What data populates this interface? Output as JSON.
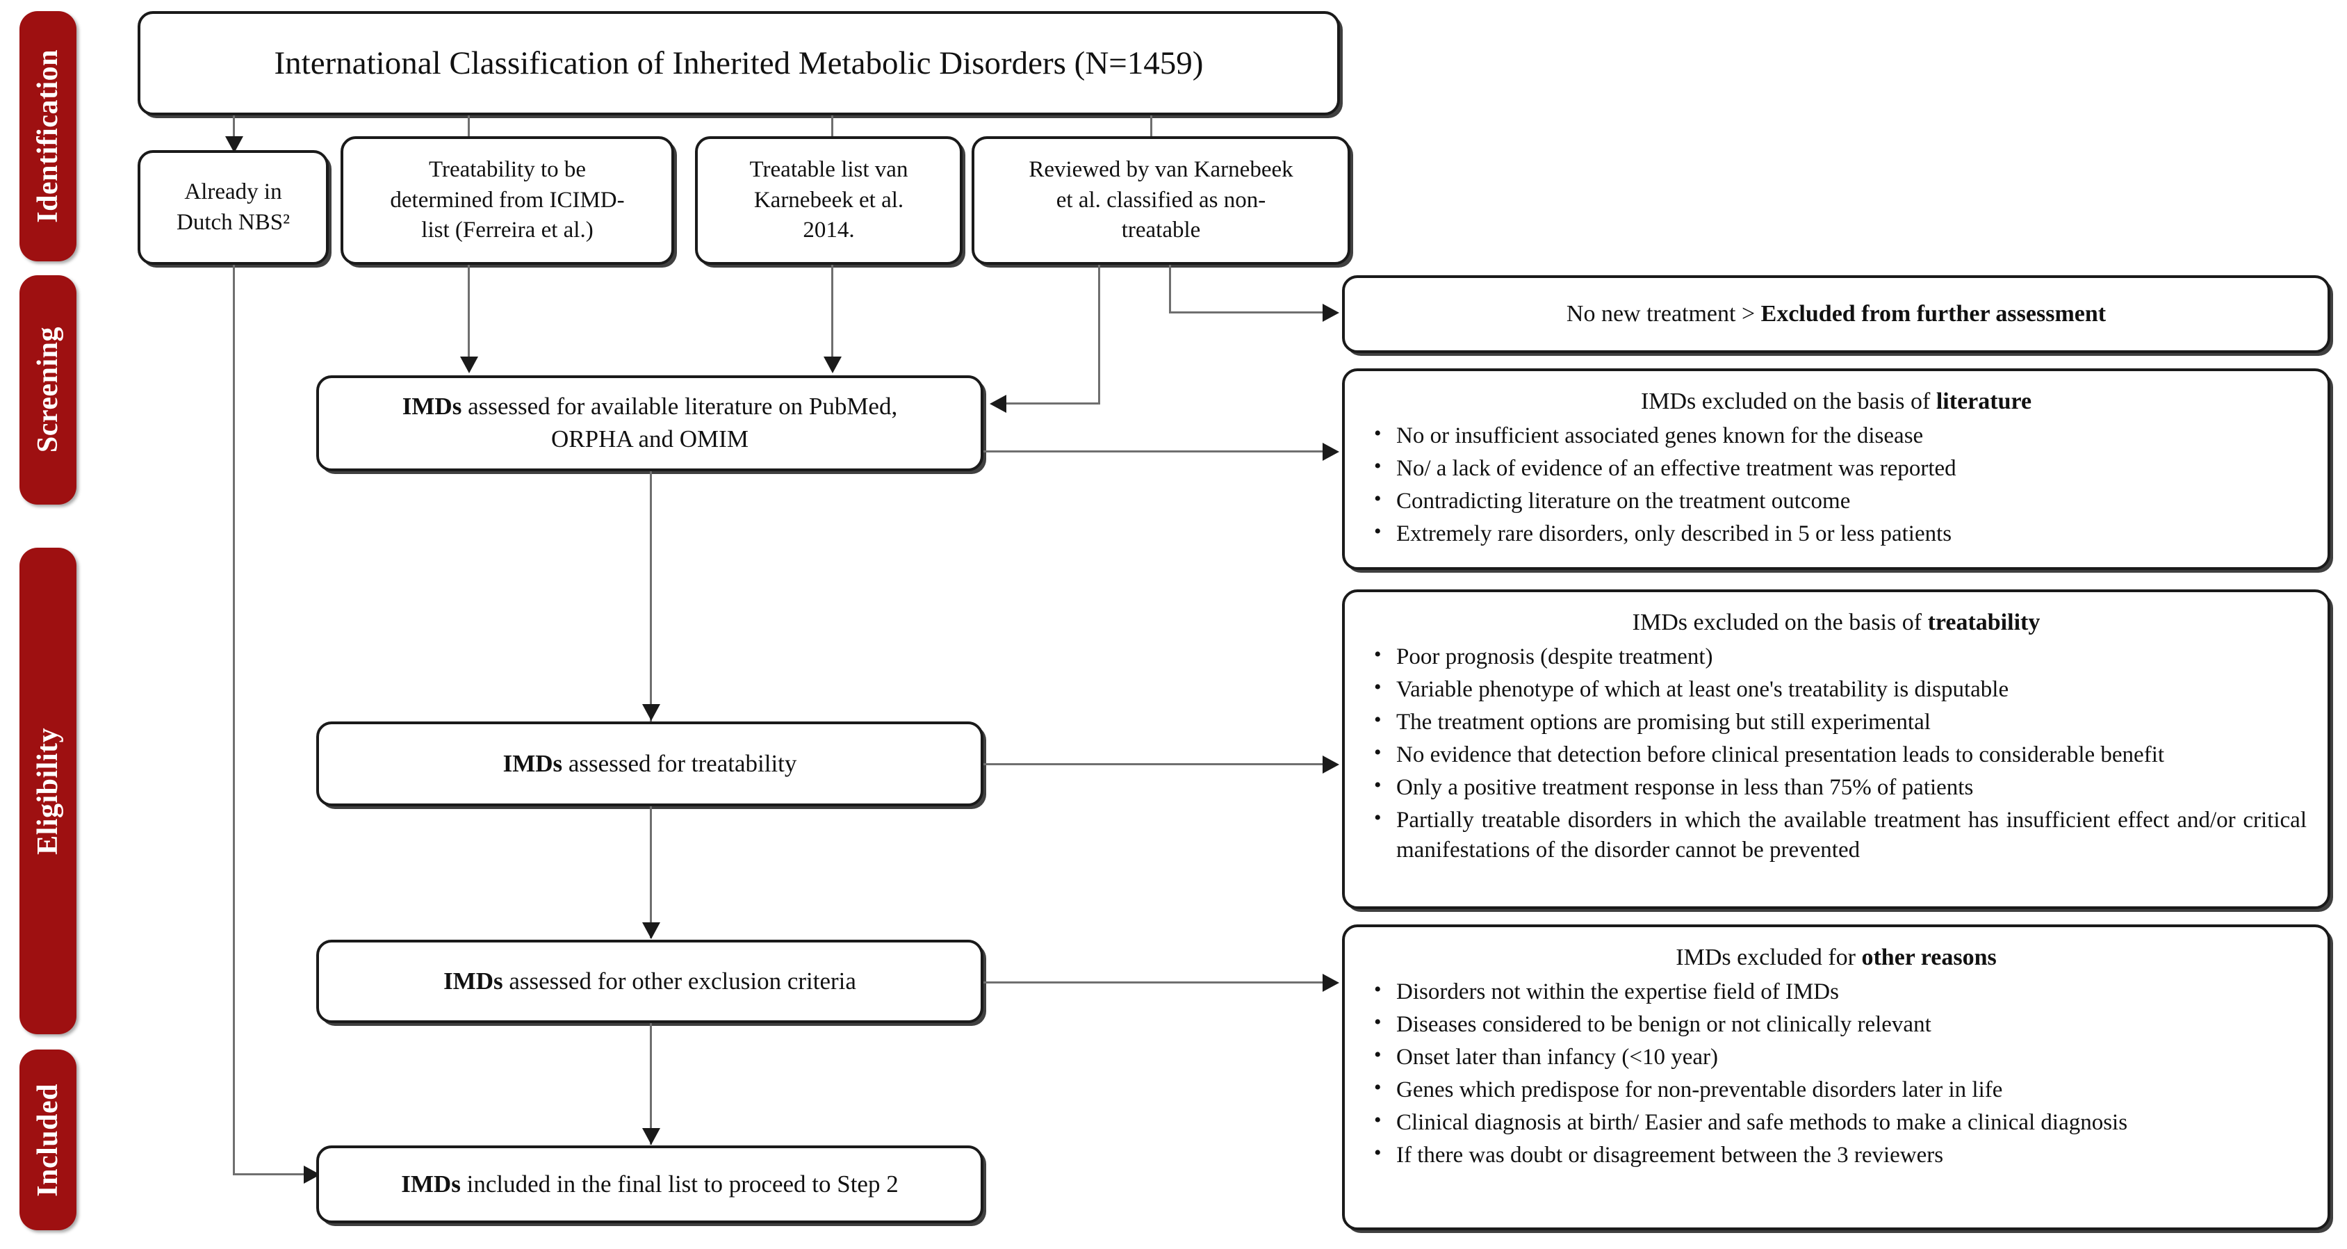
{
  "colors": {
    "stage_red": "#9E1011",
    "box_border": "#1a1a1a",
    "connector": "#6f6f6f"
  },
  "stages": [
    {
      "name": "identification",
      "label": "Identification"
    },
    {
      "name": "screening",
      "label": "Screening"
    },
    {
      "name": "eligibility",
      "label": "Eligibility"
    },
    {
      "name": "included",
      "label": "Included"
    }
  ],
  "title_box": {
    "text": "International Classification of Inherited Metabolic Disorders (N=1459)"
  },
  "sources": [
    {
      "name": "already-in-dutch-nbs",
      "line1": "Already in",
      "line2": "Dutch NBS²",
      "line3": ""
    },
    {
      "name": "treatability-icimd",
      "line1": "Treatability to be",
      "line2": "determined from ICIMD-",
      "line3": "list (Ferreira et al.)"
    },
    {
      "name": "treatable-list-2014",
      "line1": "Treatable list van",
      "line2": "Karnebeek et al.",
      "line3": "2014."
    },
    {
      "name": "reviewed-non-treatable",
      "line1": "Reviewed by van Karnebeek",
      "line2": "et al. classified as non-",
      "line3": "treatable"
    }
  ],
  "flow": {
    "literature": {
      "line1": "IMDs",
      "line1_rest": " assessed for available literature on PubMed,",
      "line2": "ORPHA and OMIM"
    },
    "treatability": {
      "bold": "IMDs",
      "rest": " assessed for treatability"
    },
    "other_criteria": {
      "bold": "IMDs",
      "rest": " assessed for other exclusion criteria"
    },
    "included_final": {
      "bold": "IMDs",
      "rest": " included in the final list to proceed to Step 2"
    }
  },
  "exclusions": {
    "no_new_treatment": {
      "plain": "No new treatment > ",
      "bold": "Excluded from further assessment"
    },
    "literature": {
      "head_plain": "IMDs excluded on the basis of ",
      "head_bold": "literature",
      "items": [
        "No or insufficient associated genes known for the disease",
        "No/ a lack of evidence of an effective treatment was reported",
        "Contradicting literature on the treatment outcome",
        "Extremely rare disorders, only described in 5 or less patients"
      ]
    },
    "treatability": {
      "head_plain": "IMDs excluded on the basis of ",
      "head_bold": "treatability",
      "items": [
        "Poor prognosis (despite treatment)",
        "Variable phenotype of which at least one's treatability is disputable",
        "The treatment options are promising but still experimental",
        "No evidence that detection before clinical presentation leads to considerable benefit",
        "Only a positive treatment response in less than 75% of patients",
        "Partially treatable disorders in which the available treatment has insufficient effect and/or critical manifestations of the disorder cannot be prevented"
      ]
    },
    "other_reasons": {
      "head_plain": "IMDs excluded for ",
      "head_bold": "other reasons",
      "items": [
        "Disorders not within the expertise field of IMDs",
        "Diseases considered to be benign or not clinically relevant",
        "Onset later than infancy (<10 year)",
        "Genes which predispose for non-preventable disorders later in life",
        "Clinical diagnosis at birth/ Easier and safe methods to make a clinical diagnosis",
        "If there was doubt or disagreement between the 3 reviewers"
      ]
    }
  }
}
